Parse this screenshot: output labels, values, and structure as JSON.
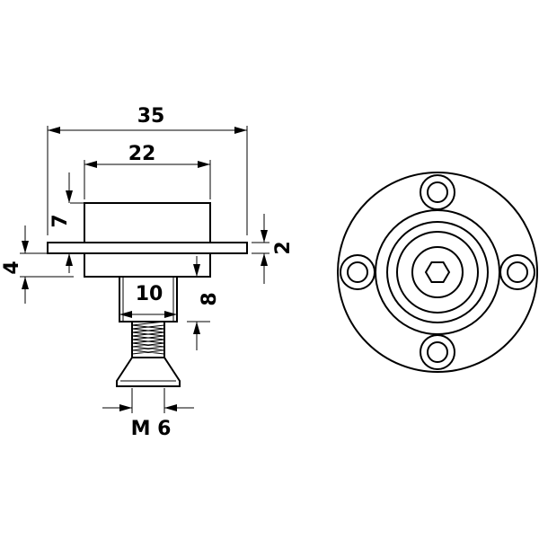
{
  "dimensions": {
    "overall_width": "35",
    "body_width": "22",
    "body_height": "7",
    "flange_thickness": "2",
    "lower_height": "4",
    "shank_width": "10",
    "shank_height": "8",
    "thread": "M 6"
  }
}
